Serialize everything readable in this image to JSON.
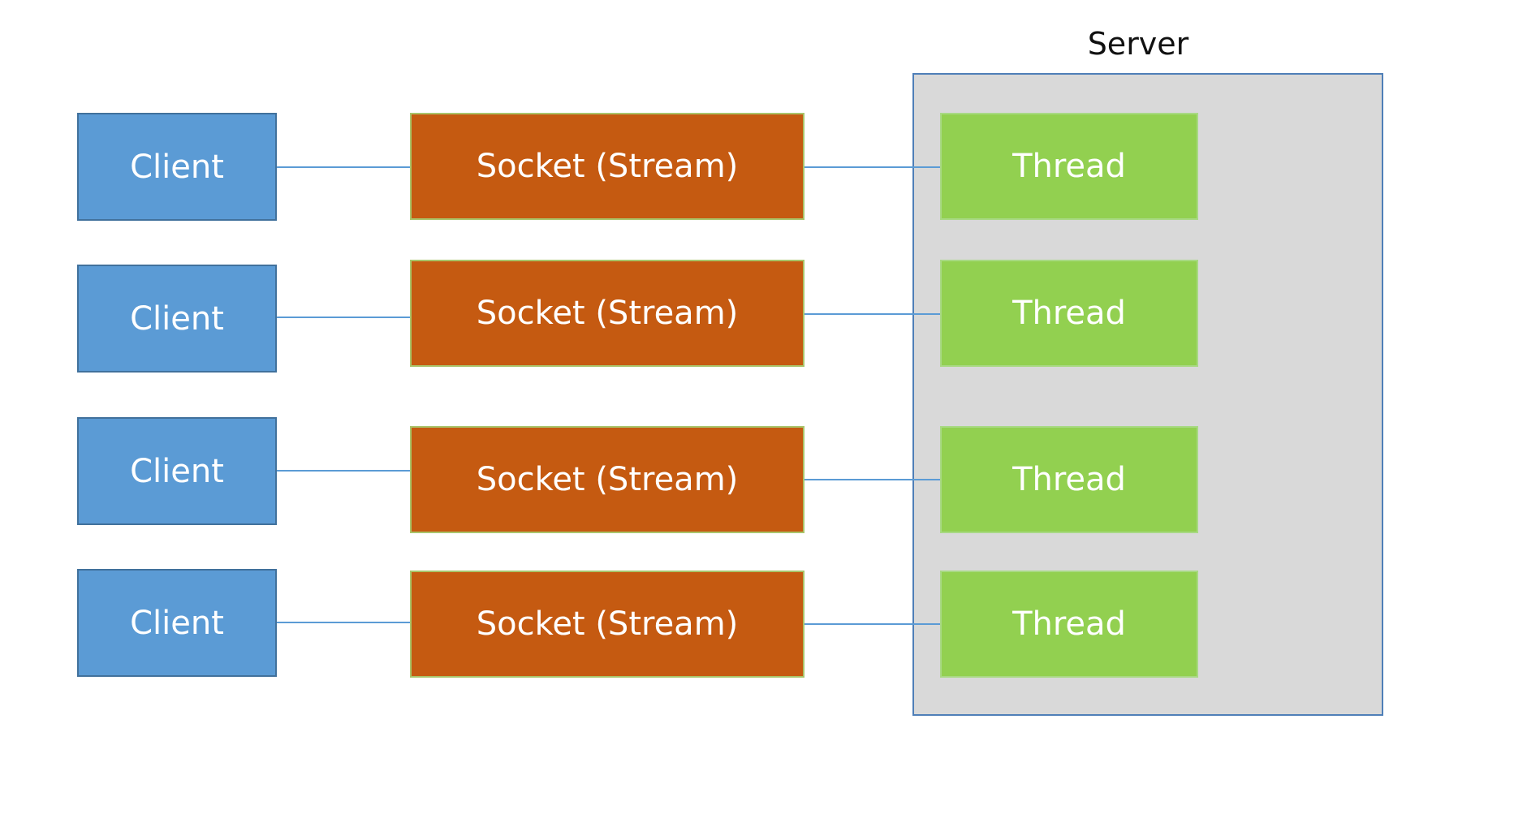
{
  "server": {
    "title": "Server"
  },
  "rows": [
    {
      "client": "Client",
      "socket": "Socket (Stream)",
      "thread": "Thread"
    },
    {
      "client": "Client",
      "socket": "Socket (Stream)",
      "thread": "Thread"
    },
    {
      "client": "Client",
      "socket": "Socket (Stream)",
      "thread": "Thread"
    },
    {
      "client": "Client",
      "socket": "Socket (Stream)",
      "thread": "Thread"
    }
  ],
  "colors": {
    "client": "#5b9bd5",
    "socket": "#c55a11",
    "thread": "#92d050",
    "server_background": "#d9d9d9",
    "connector": "#5b9bd5"
  }
}
